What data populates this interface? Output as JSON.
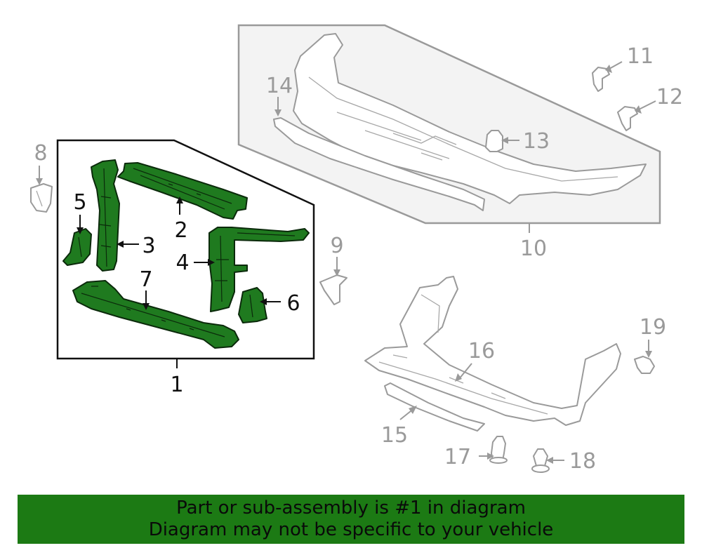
{
  "callouts": {
    "c1": "1",
    "c2": "2",
    "c3": "3",
    "c4": "4",
    "c5": "5",
    "c6": "6",
    "c7": "7",
    "c8": "8",
    "c9": "9",
    "c10": "10",
    "c11": "11",
    "c12": "12",
    "c13": "13",
    "c14": "14",
    "c15": "15",
    "c16": "16",
    "c17": "17",
    "c18": "18",
    "c19": "19"
  },
  "banner": {
    "line1": "Part or sub-assembly is #1 in diagram",
    "line2": "Diagram may not be specific to your vehicle"
  },
  "colors": {
    "highlight_part": "#1f7a1f",
    "banner_bg": "#1c7a14",
    "outline_grey": "#9a9a9a"
  }
}
